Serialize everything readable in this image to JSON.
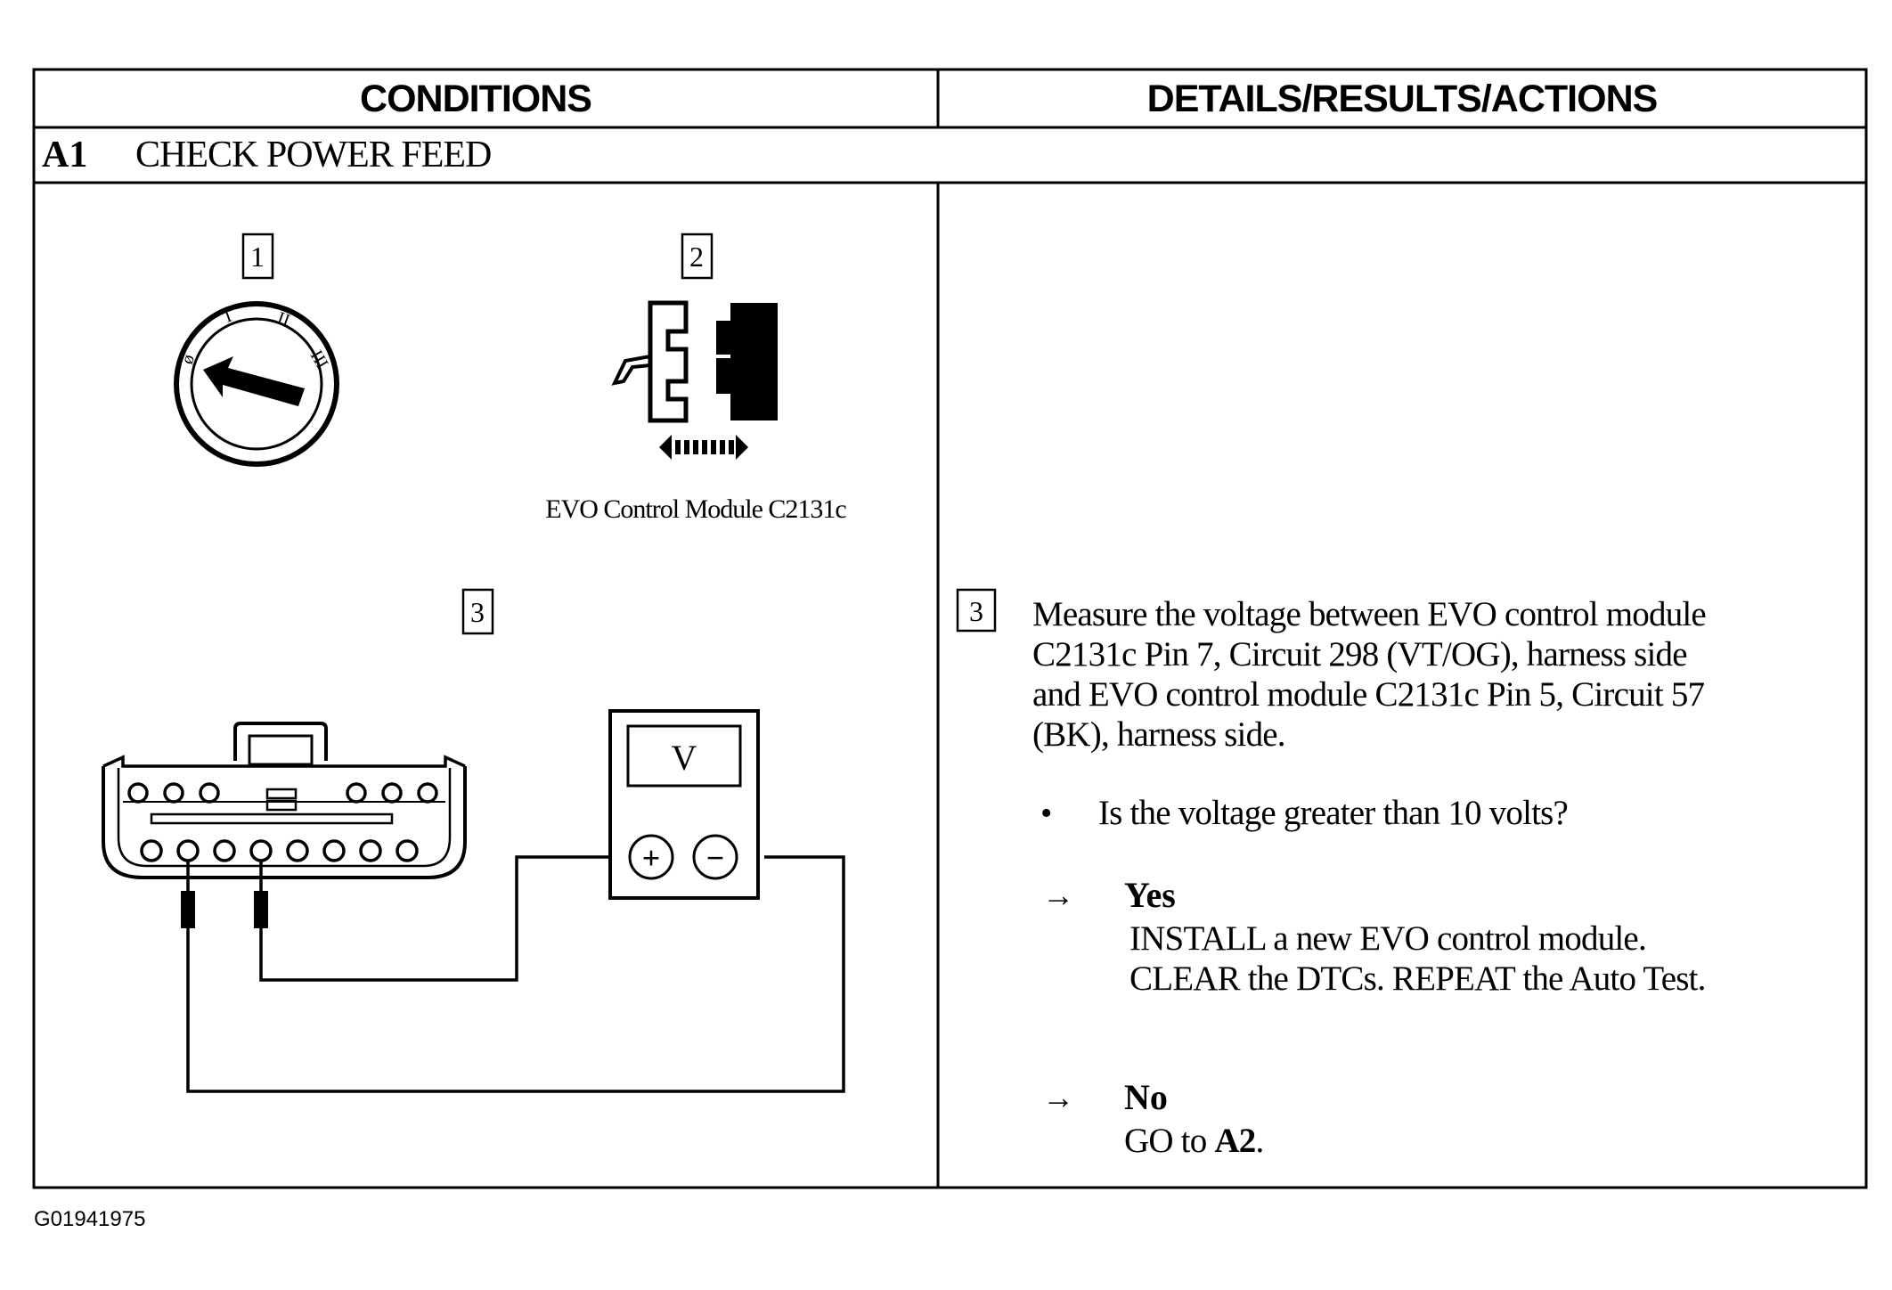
{
  "table": {
    "col_left_header": "CONDITIONS",
    "col_right_header": "DETAILS/RESULTS/ACTIONS",
    "step_id": "A1",
    "step_title": "CHECK POWER FEED"
  },
  "diagram": {
    "step1_number": "1",
    "step2_number": "2",
    "step3_number": "3",
    "ignition_positions": [
      "ø",
      "I",
      "II",
      "III"
    ],
    "connector_caption": "EVO Control Module C2131c",
    "meter_display": "V",
    "meter_plus": "+",
    "meter_minus": "−"
  },
  "details": {
    "step_number": "3",
    "instruction_lines": [
      "Measure the voltage between EVO control module",
      "C2131c Pin 7, Circuit 298 (VT/OG), harness side",
      "and EVO control module C2131c Pin 5, Circuit 57",
      "(BK), harness side."
    ],
    "bullet_glyph": "•",
    "question": "Is the voltage greater than 10 volts?",
    "arrow_glyph": "→",
    "yes_label": "Yes",
    "yes_actions": [
      "INSTALL a new EVO control module.",
      "CLEAR the DTCs. REPEAT the Auto Test."
    ],
    "no_label": "No",
    "no_action_prefix": "GO to ",
    "no_action_target": "A2",
    "no_action_suffix": "."
  },
  "footer": {
    "figure_id": "G01941975"
  }
}
